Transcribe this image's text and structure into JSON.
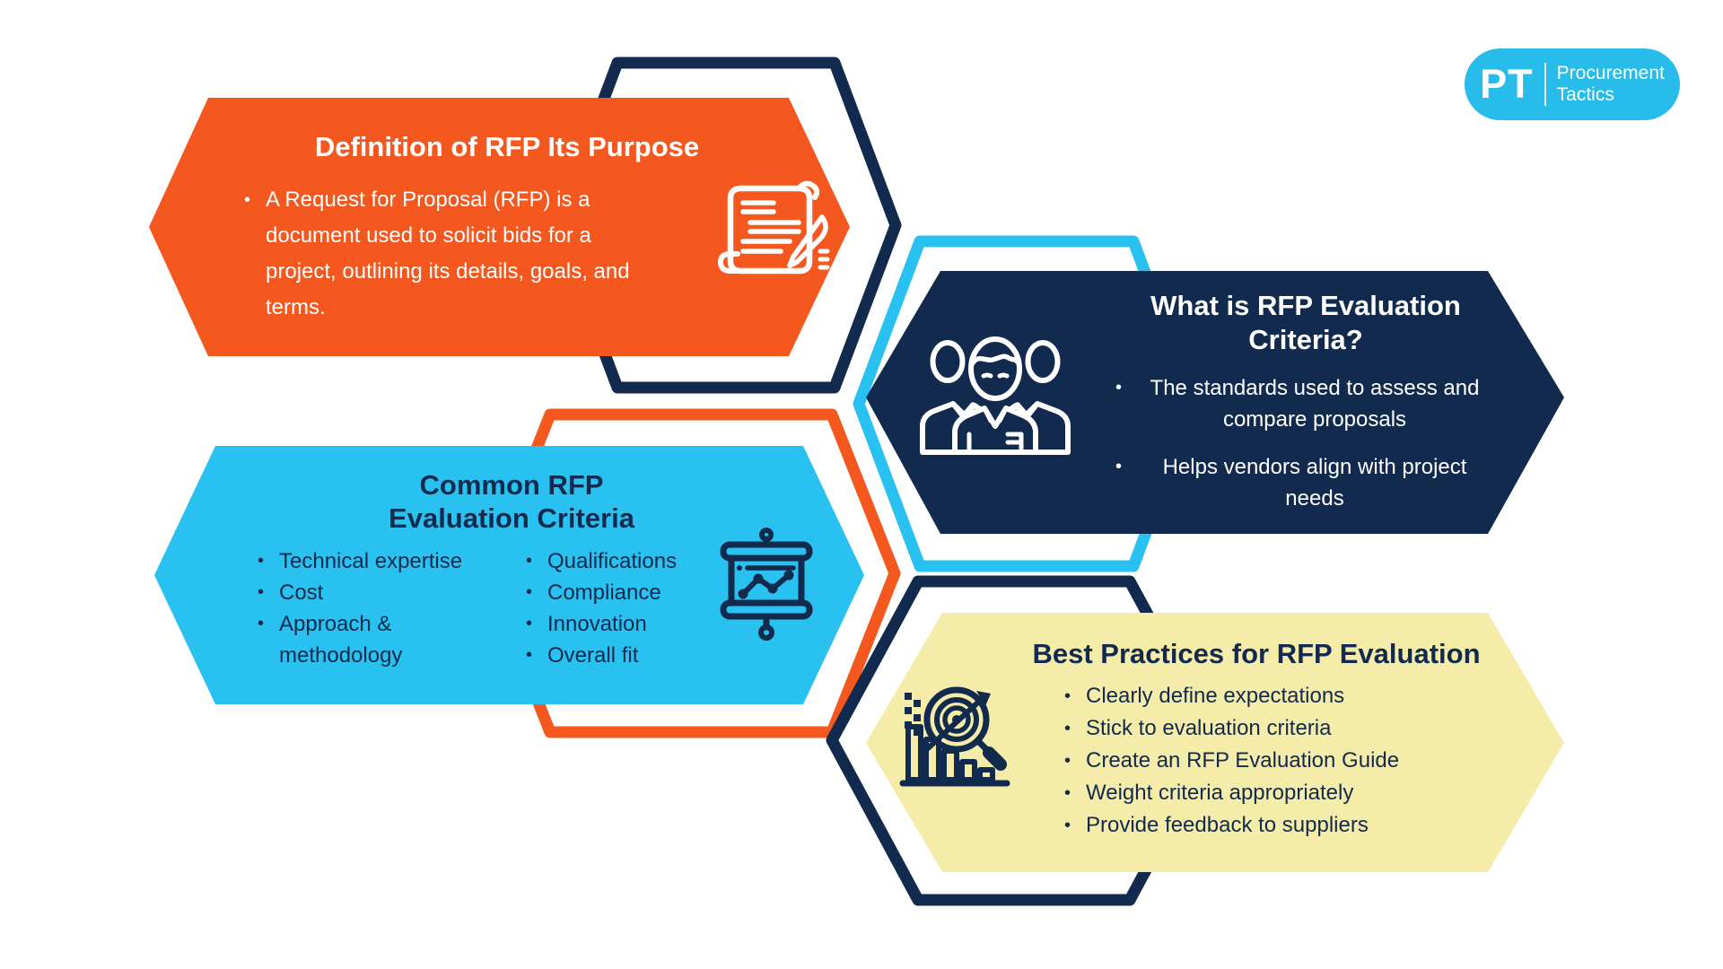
{
  "colors": {
    "orange": "#F4581E",
    "navy": "#112A4D",
    "cyan": "#29C1F0",
    "yellow": "#F5ECA9",
    "white": "#FFFFFF",
    "logo_cyan": "#27BCEA"
  },
  "logo": {
    "abbr": "PT",
    "name_lines": [
      "Procurement",
      "Tactics"
    ]
  },
  "cards": [
    {
      "id": "definition",
      "icon": "scroll-pen-icon",
      "title_lines": [
        "Definition of RFP Its Purpose"
      ],
      "bullet_lines": [
        "A Request for Proposal (RFP) is a",
        "document used to solicit bids for a",
        "project, outlining its details, goals, and",
        "terms."
      ]
    },
    {
      "id": "common-criteria",
      "icon": "presentation-chart-icon",
      "title_lines": [
        "Common RFP",
        "Evaluation Criteria"
      ],
      "columns": [
        {
          "items": [
            [
              "Technical expertise"
            ],
            [
              "Cost"
            ],
            [
              "Approach &",
              "methodology"
            ]
          ]
        },
        {
          "items": [
            [
              "Qualifications"
            ],
            [
              "Compliance"
            ],
            [
              "Innovation"
            ],
            [
              "Overall fit"
            ]
          ]
        }
      ]
    },
    {
      "id": "what-is-criteria",
      "icon": "team-icon",
      "title_lines": [
        "What is RFP Evaluation",
        "Criteria?"
      ],
      "bullets": [
        {
          "lines": [
            "The standards used to assess and",
            "compare proposals"
          ]
        },
        {
          "lines": [
            "Helps vendors align with project",
            "needs"
          ]
        }
      ]
    },
    {
      "id": "best-practices",
      "icon": "target-analysis-icon",
      "title_lines": [
        "Best Practices for RFP Evaluation"
      ],
      "bullets": [
        "Clearly define expectations",
        "Stick to evaluation criteria",
        "Create an RFP Evaluation Guide",
        "Weight criteria appropriately",
        "Provide feedback to suppliers"
      ]
    }
  ]
}
